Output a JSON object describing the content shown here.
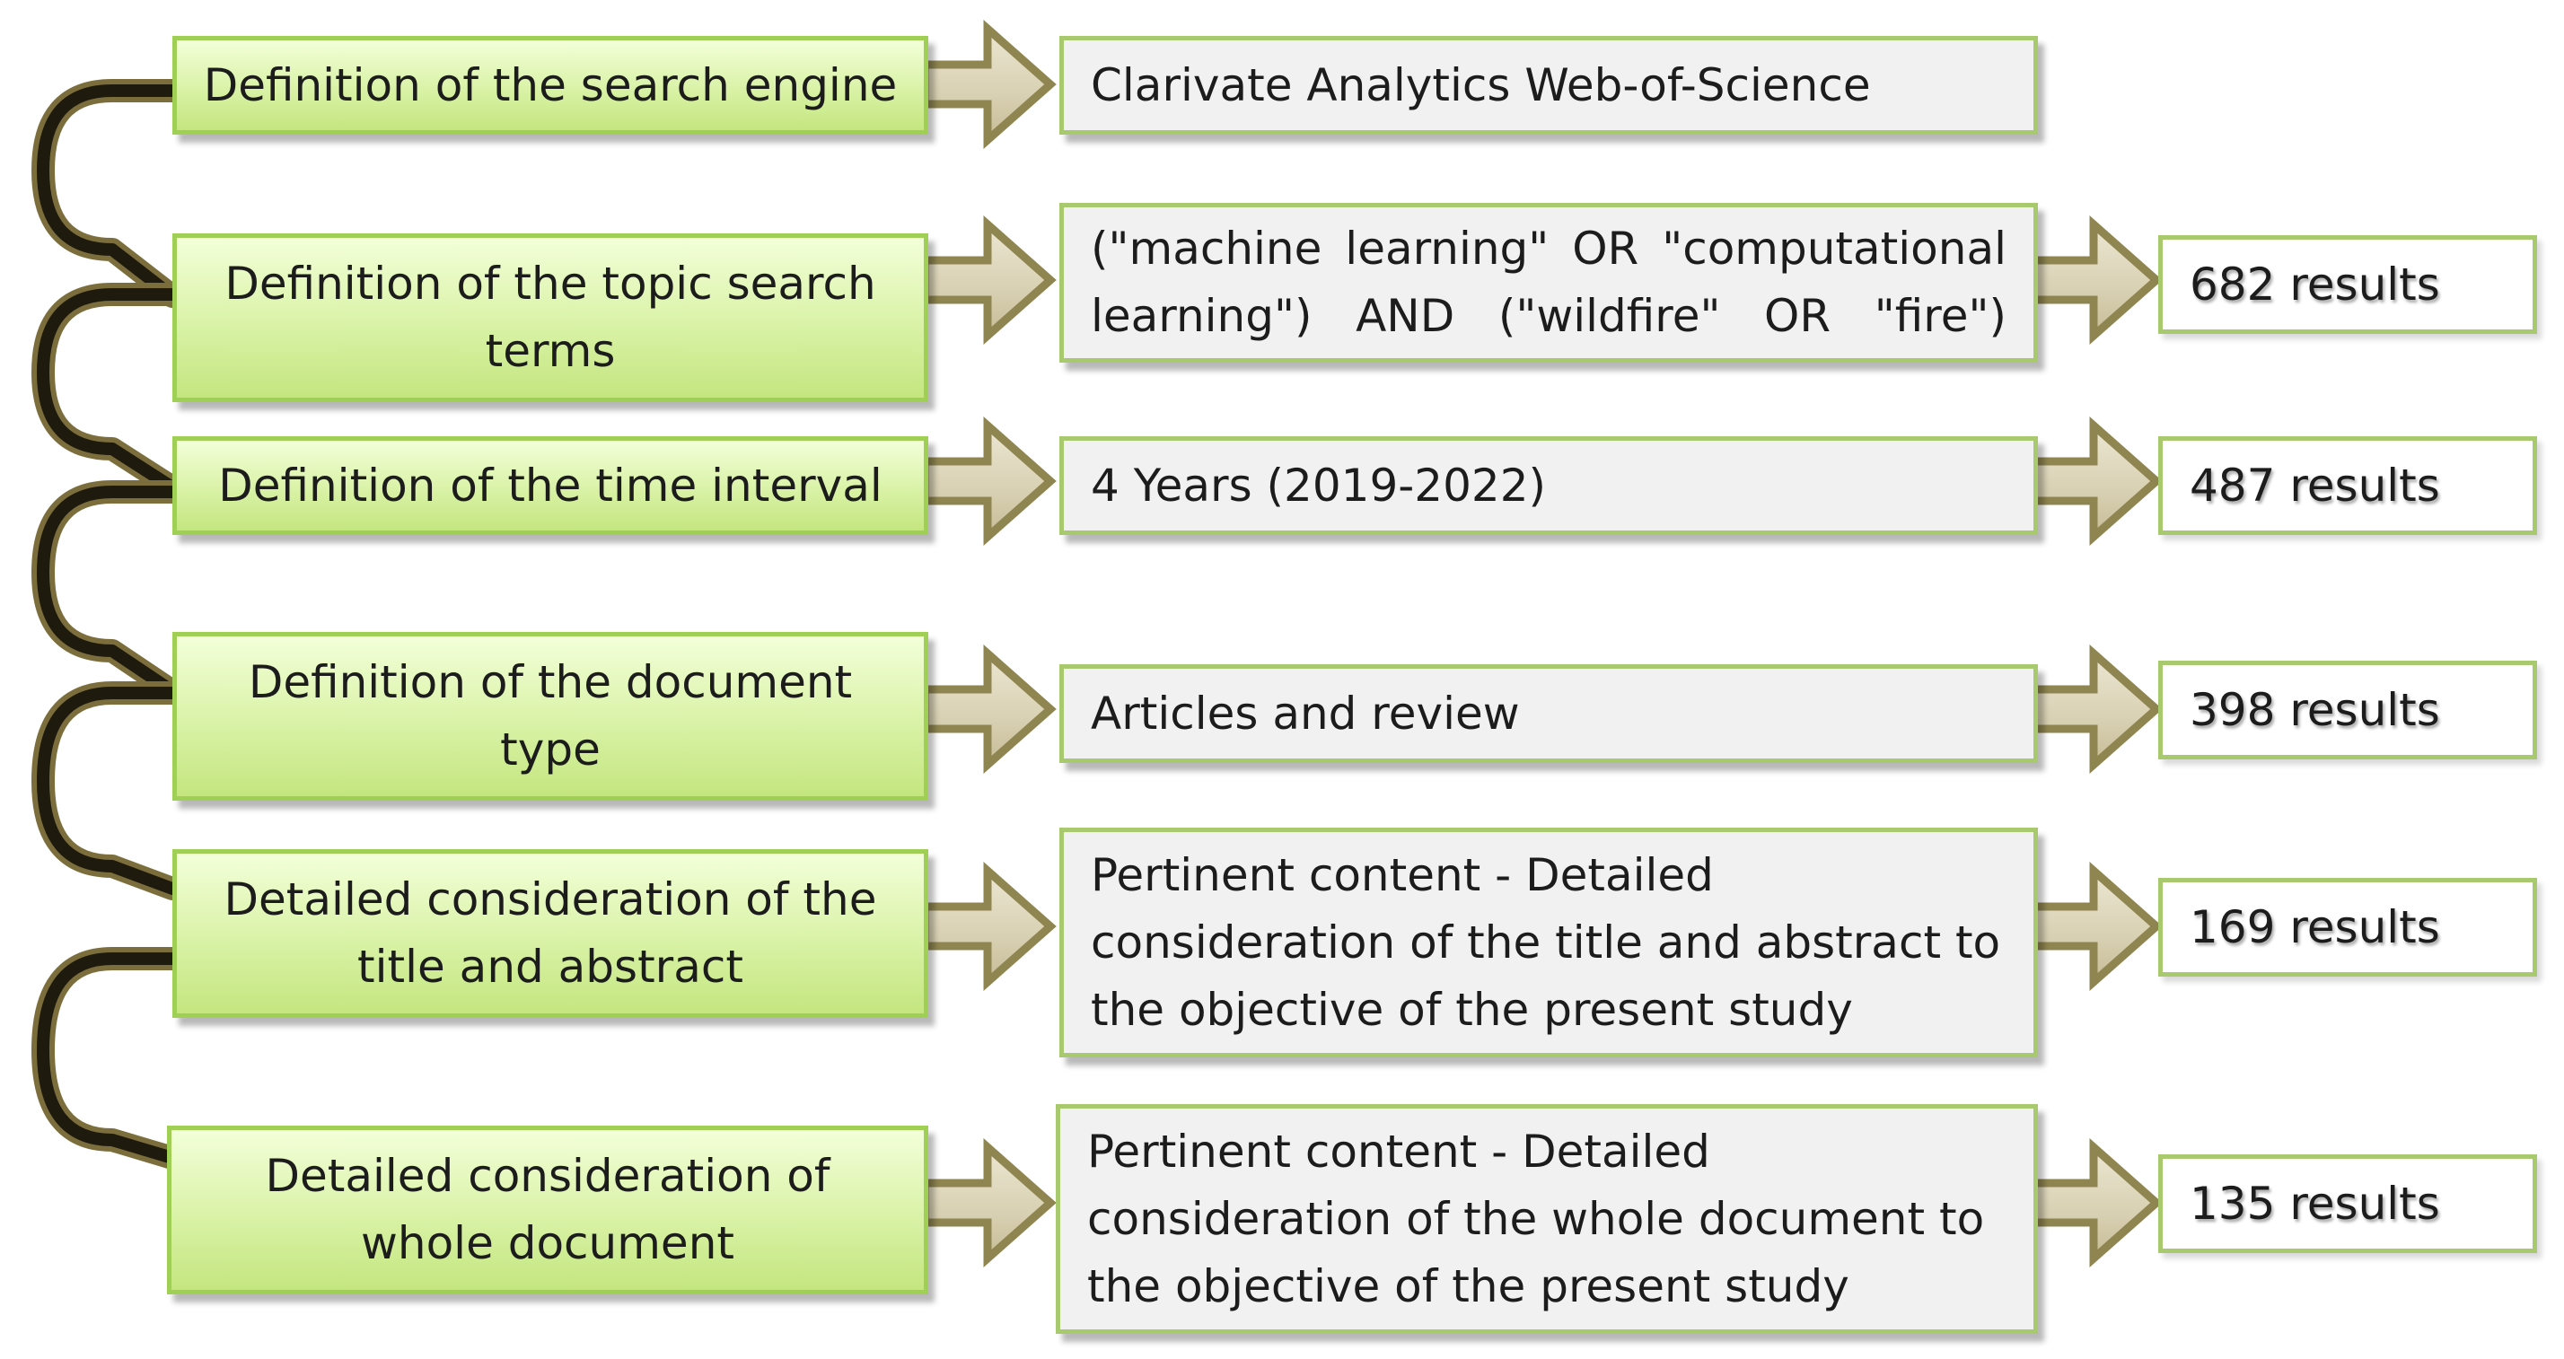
{
  "steps": [
    {
      "label": "Definition of the search engine",
      "detail": "Clarivate Analytics Web-of-Science",
      "result": ""
    },
    {
      "label": "Definition of the topic search terms",
      "detail": "(\"machine learning\" OR \"computational learning\") AND (\"wildfire\" OR \"fire\")",
      "result": "682 results"
    },
    {
      "label": "Definition of the time interval",
      "detail": "4 Years (2019-2022)",
      "result": "487 results"
    },
    {
      "label": "Definition of the document type",
      "detail": "Articles and review",
      "result": "398 results"
    },
    {
      "label": "Detailed consideration of the title and abstract",
      "detail": "Pertinent content - Detailed consideration of the title and abstract to the objective of the present study",
      "result": "169 results"
    },
    {
      "label": "Detailed consideration of whole document",
      "detail": "Pertinent content - Detailed consideration of the whole document  to the objective of the present study",
      "result": "135 results"
    }
  ],
  "colors": {
    "step_fill": "#d9f2a6",
    "step_border": "#9fcf55",
    "detail_fill": "#f1f1f1",
    "arrow_fill": "#ddd6bc",
    "arrow_stroke": "#8f8550",
    "connector": "#1f1a0e"
  }
}
